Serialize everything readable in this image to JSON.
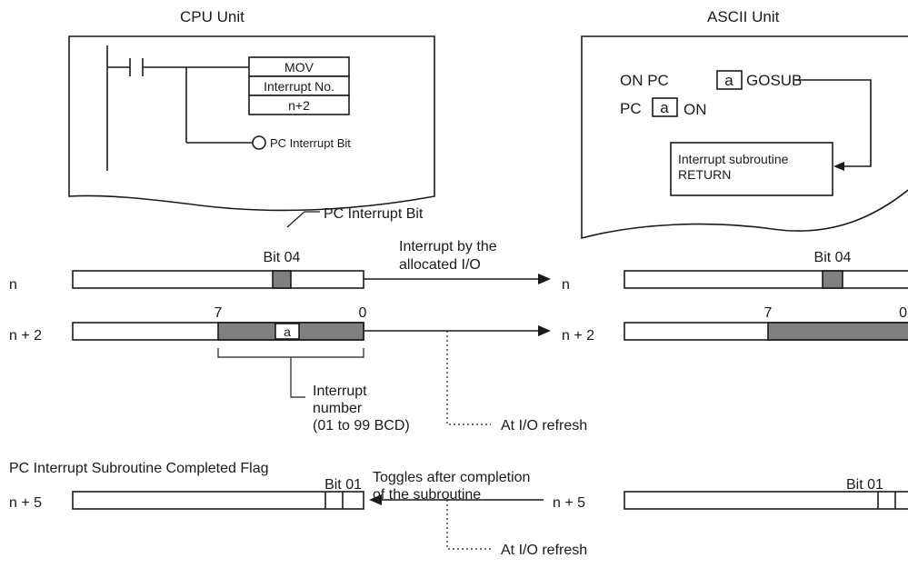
{
  "cpu_unit": {
    "title": "CPU Unit",
    "ladder": {
      "instruction": "MOV",
      "operand_1": "Interrupt No.",
      "operand_2": "n+2",
      "output_coil": "PC Interrupt Bit"
    }
  },
  "ascii_unit": {
    "title": "ASCII Unit",
    "program": {
      "line1_pre": "ON PC",
      "line1_var": "a",
      "line1_post": "GOSUB",
      "line2_pre": "PC",
      "line2_var": "a",
      "line2_post": "ON",
      "subroutine_line1": "Interrupt subroutine",
      "subroutine_line2": "RETURN"
    }
  },
  "pc_interrupt_bit_label": "PC Interrupt Bit",
  "words": {
    "n": "n",
    "n2": "n + 2",
    "n5": "n + 5"
  },
  "bit_labels": {
    "bit04": "Bit 04",
    "bit01": "Bit 01",
    "bit7": "7",
    "bit0": "0",
    "a": "a"
  },
  "annotations": {
    "interrupt_by_1": "Interrupt by the",
    "interrupt_by_2": "allocated I/O",
    "interrupt_number_1": "Interrupt",
    "interrupt_number_2": "number",
    "interrupt_number_3": "(01 to 99 BCD)",
    "at_io_refresh": "At I/O refresh",
    "completed_flag": "PC Interrupt Subroutine Completed Flag",
    "toggles_1": "Toggles after completion",
    "toggles_2": "of the subroutine"
  },
  "colors": {
    "shaded": "#808080",
    "line": "#1a1a1a"
  }
}
